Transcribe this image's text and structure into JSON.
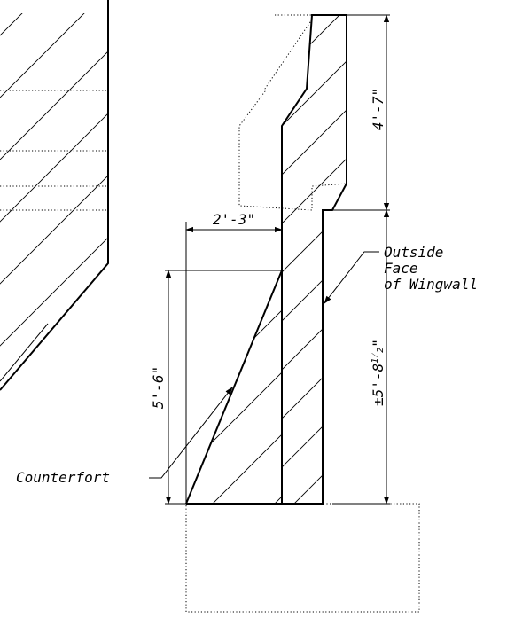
{
  "dimensions": {
    "top_height": "4'-7\"",
    "counterfort_width": "2'-3\"",
    "counterfort_height": "5'-6\"",
    "lower_height_prefix": "±5'-8",
    "lower_height_frac_num": "1",
    "lower_height_frac_den": "2",
    "lower_height_suffix": "\""
  },
  "labels": {
    "outside_face_line1": "Outside",
    "outside_face_line2": "Face",
    "outside_face_line3": "of Wingwall",
    "counterfort": "Counterfort"
  }
}
